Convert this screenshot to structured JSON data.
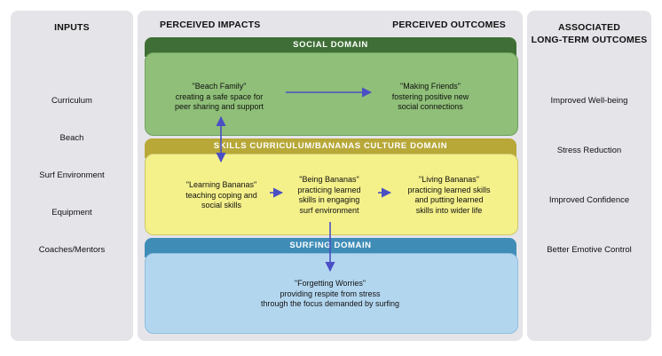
{
  "inputs": {
    "title": "INPUTS",
    "items": [
      "Curriculum",
      "Beach",
      "Surf Environment",
      "Equipment",
      "Coaches/Mentors"
    ]
  },
  "middle": {
    "impacts_title": "PERCEIVED IMPACTS",
    "outcomes_title": "PERCEIVED OUTCOMES"
  },
  "outcomes": {
    "title_line1": "ASSOCIATED",
    "title_line2": "LONG-TERM OUTCOMES",
    "items": [
      "Improved Well-being",
      "Stress Reduction",
      "Improved Confidence",
      "Better Emotive Control"
    ]
  },
  "domains": {
    "social": {
      "title": "SOCIAL DOMAIN",
      "header_color": "#3f6f36",
      "body_color": "#8fbf78",
      "beach_family": [
        "\"Beach Family\"",
        "creating a safe space for",
        "peer sharing and support"
      ],
      "making_friends": [
        "\"Making Friends\"",
        "fostering positive new",
        "social connections"
      ]
    },
    "skills": {
      "title": "SKILLS CURRICULUM/BANANAS CULTURE DOMAIN",
      "header_color": "#b7a838",
      "body_color": "#f4f08a",
      "learning": [
        "\"Learning Bananas\"",
        "teaching coping and",
        "social skills"
      ],
      "being": [
        "\"Being Bananas\"",
        "practicing learned",
        "skills in engaging",
        "surf environment"
      ],
      "living": [
        "\"Living Bananas\"",
        "practicing learned skills",
        "and putting learned",
        "skills into wider life"
      ]
    },
    "surfing": {
      "title": "SURFING DOMAIN",
      "header_color": "#3f8db7",
      "body_color": "#b3d6ef",
      "forgetting": [
        "\"Forgetting Worries\"",
        "providing respite from stress",
        "through the focus demanded by surfing"
      ]
    }
  },
  "colors": {
    "panel": "#e4e4e9",
    "arrow": "#4a4fc4"
  }
}
